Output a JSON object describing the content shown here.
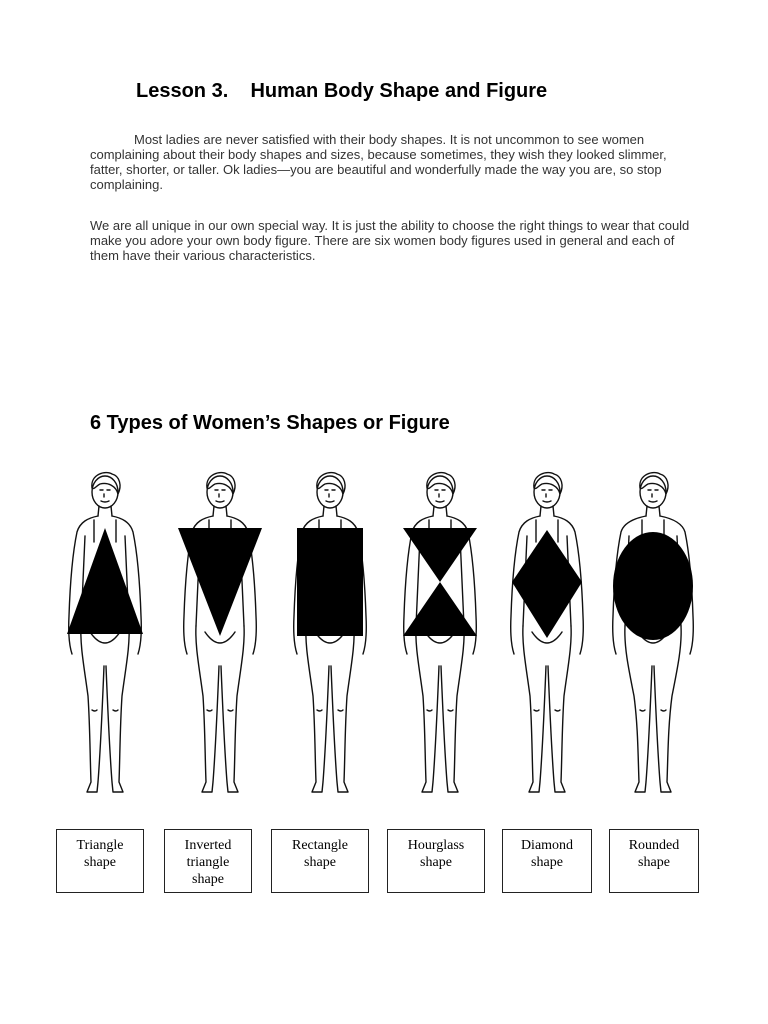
{
  "lesson": {
    "title": "Lesson 3.    Human Body Shape and Figure",
    "paragraph1": "Most ladies are never satisfied with their body shapes. It is not uncommon to see women complaining about their body shapes and sizes, because sometimes, they wish they looked slimmer, fatter, shorter, or taller. Ok ladies—you are beautiful and wonderfully made the way you are, so stop complaining.",
    "paragraph2": "We are all unique in our own special way. It is just the ability to choose the right things to wear that could make you adore your own body figure. There are six women body figures used in general and each of them have their various characteristics."
  },
  "section": {
    "title": "6 Types of Women’s Shapes or Figure"
  },
  "shapes": [
    {
      "label": "Triangle\nshape",
      "shape": "triangle"
    },
    {
      "label": "Inverted\ntriangle\nshape",
      "shape": "inverted-triangle"
    },
    {
      "label": "Rectangle\nshape",
      "shape": "rectangle"
    },
    {
      "label": "Hourglass\nshape",
      "shape": "hourglass"
    },
    {
      "label": "Diamond\nshape",
      "shape": "diamond"
    },
    {
      "label": "Rounded\nshape",
      "shape": "oval"
    }
  ]
}
